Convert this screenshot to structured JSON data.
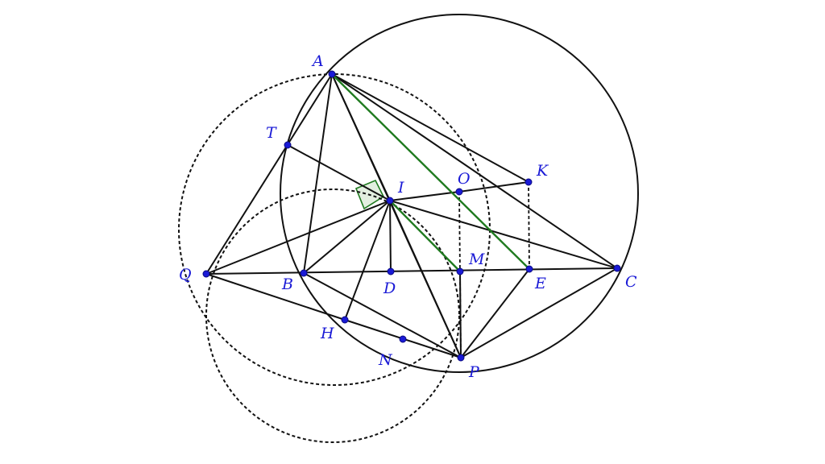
{
  "colors": {
    "stroke": "#111111",
    "point": "#1a1ad6",
    "label": "#1a1ad6",
    "accent": "#1f7a1f",
    "accent_fill": "#e3efe0"
  },
  "points": [
    {
      "id": "A",
      "label": "A"
    },
    {
      "id": "B",
      "label": "B"
    },
    {
      "id": "C",
      "label": "C"
    },
    {
      "id": "D",
      "label": "D"
    },
    {
      "id": "E",
      "label": "E"
    },
    {
      "id": "H",
      "label": "H"
    },
    {
      "id": "I",
      "label": "I"
    },
    {
      "id": "K",
      "label": "K"
    },
    {
      "id": "M",
      "label": "M"
    },
    {
      "id": "N",
      "label": "N"
    },
    {
      "id": "O",
      "label": "O"
    },
    {
      "id": "P",
      "label": "P"
    },
    {
      "id": "Q",
      "label": "Q"
    },
    {
      "id": "T",
      "label": "T"
    }
  ]
}
